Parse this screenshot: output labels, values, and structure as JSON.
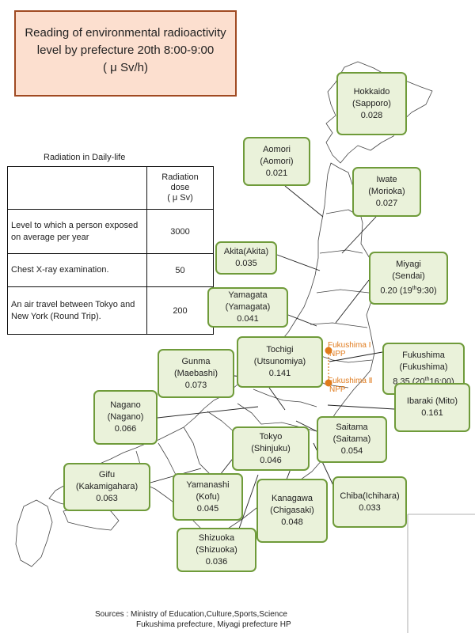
{
  "title": {
    "line1": "Reading of environmental radioactivity",
    "line2": "level by prefecture 20th 8:00-9:00",
    "line3": "( μ Sv/h)"
  },
  "daily_life": {
    "caption": "Radiation in Daily-life",
    "header_line1": "Radiation",
    "header_line2": "dose",
    "header_line3": "( μ Sv)",
    "rows": [
      {
        "desc": "Level to which a person exposed on average per year",
        "value": "3000"
      },
      {
        "desc": "Chest X-ray examination.",
        "value": "50"
      },
      {
        "desc": "An air travel between Tokyo and New York (Round Trip).",
        "value": "200"
      }
    ]
  },
  "prefectures": [
    {
      "name": "Hokkaido",
      "city": "(Sapporo)",
      "value": "0.028"
    },
    {
      "name": "Aomori",
      "city": "(Aomori)",
      "value": "0.021"
    },
    {
      "name": "Iwate",
      "city": "(Morioka)",
      "value": "0.027"
    },
    {
      "name": "Akita",
      "city": "(Akita)",
      "value": "0.035"
    },
    {
      "name": "Miyagi",
      "city": "(Sendai)",
      "value": "0.20",
      "note_sup": "th",
      "note": "(19 9:30)"
    },
    {
      "name": "Yamagata",
      "city": "(Yamagata)",
      "value": "0.041"
    },
    {
      "name": "Fukushima",
      "city": "(Fukushima)",
      "value": "8.35",
      "note": "(20 16:00)"
    },
    {
      "name": "Tochigi",
      "city": "(Utsunomiya)",
      "value": "0.141"
    },
    {
      "name": "Gunma",
      "city": "(Maebashi)",
      "value": "0.073"
    },
    {
      "name": "Ibaraki",
      "city": "(Mito)",
      "value": "0.161"
    },
    {
      "name": "Nagano",
      "city": "(Nagano)",
      "value": "0.066"
    },
    {
      "name": "Saitama",
      "city": "(Saitama)",
      "value": "0.054"
    },
    {
      "name": "Tokyo",
      "city": "(Shinjuku)",
      "value": "0.046"
    },
    {
      "name": "Gifu",
      "city": "(Kakamigahara)",
      "value": "0.063"
    },
    {
      "name": "Yamanashi",
      "city": "(Kofu)",
      "value": "0.045"
    },
    {
      "name": "Kanagawa",
      "city": "(Chigasaki)",
      "value": "0.048"
    },
    {
      "name": "Chiba",
      "city": "(Ichihara)",
      "value": "0.033"
    },
    {
      "name": "Shizuoka",
      "city": "(Shizuoka)",
      "value": "0.036"
    }
  ],
  "plants": {
    "p1_line1": "Fukushima Ⅰ",
    "p1_line2": "NPP",
    "p2_line1": "Fukushima Ⅱ",
    "p2_line2": "NPP"
  },
  "sources": {
    "line1": "Sources : Ministry of Education,Culture,Sports,Science",
    "line2": "Fukushima prefecture, Miyagi prefecture HP"
  },
  "colors": {
    "title_fill": "#fcdfcf",
    "title_border": "#a04a22",
    "box_fill": "#eaf2da",
    "box_border": "#6f9b3a",
    "plant_marker": "#e07b1d",
    "map_outline": "#444444"
  }
}
